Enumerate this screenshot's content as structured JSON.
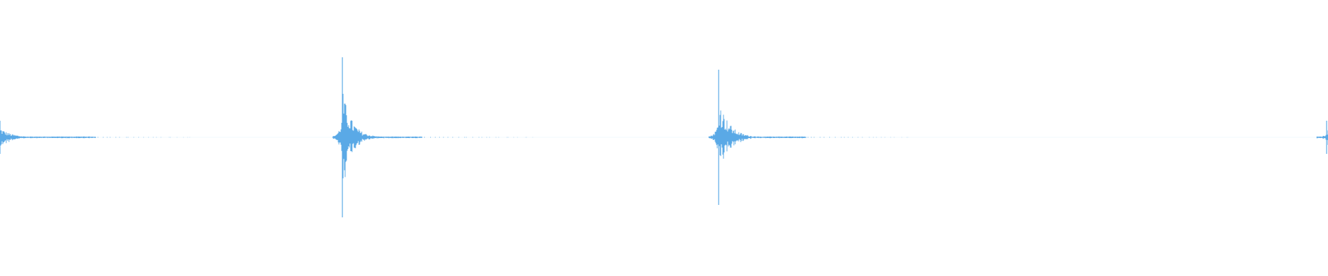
{
  "waveform": {
    "color": "#5aa9e6",
    "background": "#ffffff",
    "clicks": [
      {
        "center": 0.0,
        "peak_up": 0.12,
        "peak_down": 0.12,
        "decay": 0.012
      },
      {
        "center": 0.258,
        "peak_up": 0.58,
        "peak_down": 0.58,
        "decay": 0.01
      },
      {
        "center": 0.541,
        "peak_up": 0.49,
        "peak_down": 0.49,
        "decay": 0.011
      },
      {
        "center": 0.999,
        "peak_up": 0.12,
        "peak_down": 0.12,
        "decay": 0.004
      }
    ]
  }
}
